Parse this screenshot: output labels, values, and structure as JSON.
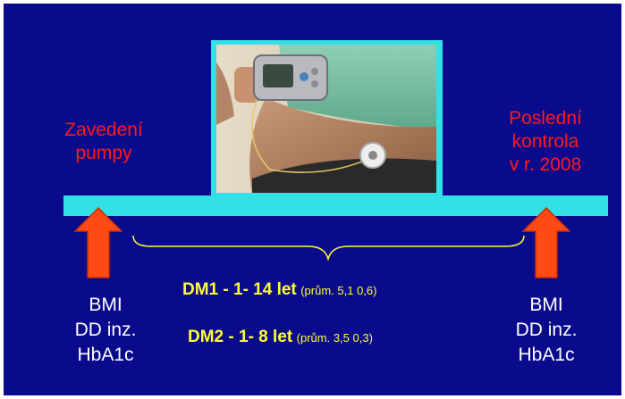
{
  "labels": {
    "start": [
      "Zavedení",
      "pumpy"
    ],
    "end": [
      "Poslední",
      "kontrola",
      "v r. 2008"
    ]
  },
  "measures_left": [
    "BMI",
    "DD inz.",
    "HbA1c"
  ],
  "measures_right": [
    "BMI",
    "DD inz.",
    "HbA1c"
  ],
  "dm1": {
    "main": "DM1 - 1- 14 let",
    "detail": "(prům. 5,1   0,6)"
  },
  "dm2": {
    "main": "DM2 - 1- 8 let",
    "detail": "(prům. 3,5   0,3)"
  },
  "colors": {
    "background": "#0a0a8c",
    "bar": "#33e0e6",
    "arrow": "#ff4a14",
    "label_red": "#ff1a1a",
    "text_yellow": "#ffff33"
  }
}
